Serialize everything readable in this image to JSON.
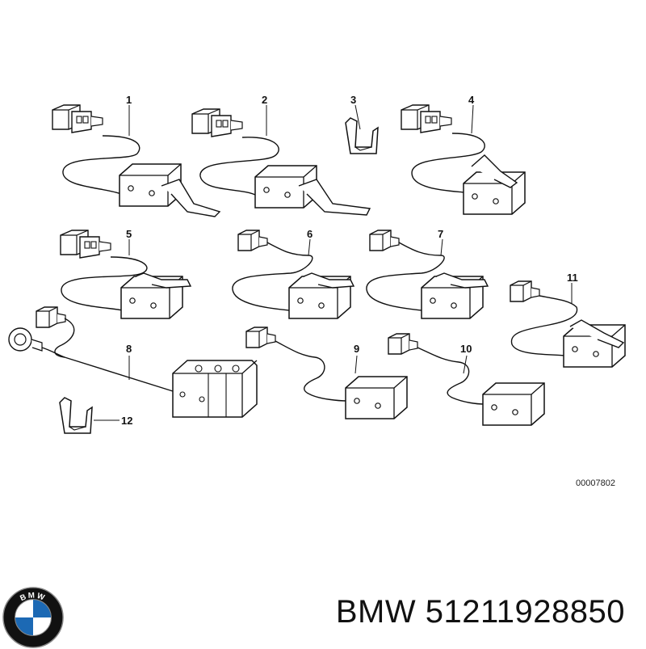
{
  "diagram": {
    "callouts": [
      "1",
      "2",
      "3",
      "4",
      "5",
      "6",
      "7",
      "8",
      "9",
      "10",
      "11",
      "12"
    ],
    "drawing_number": "00007802"
  },
  "footer": {
    "logo_text": "BMW",
    "brand": "BMW",
    "part_number": "51211928850",
    "logo_colors": {
      "ring": "#111111",
      "blue": "#1c69b4",
      "white": "#ffffff"
    }
  }
}
